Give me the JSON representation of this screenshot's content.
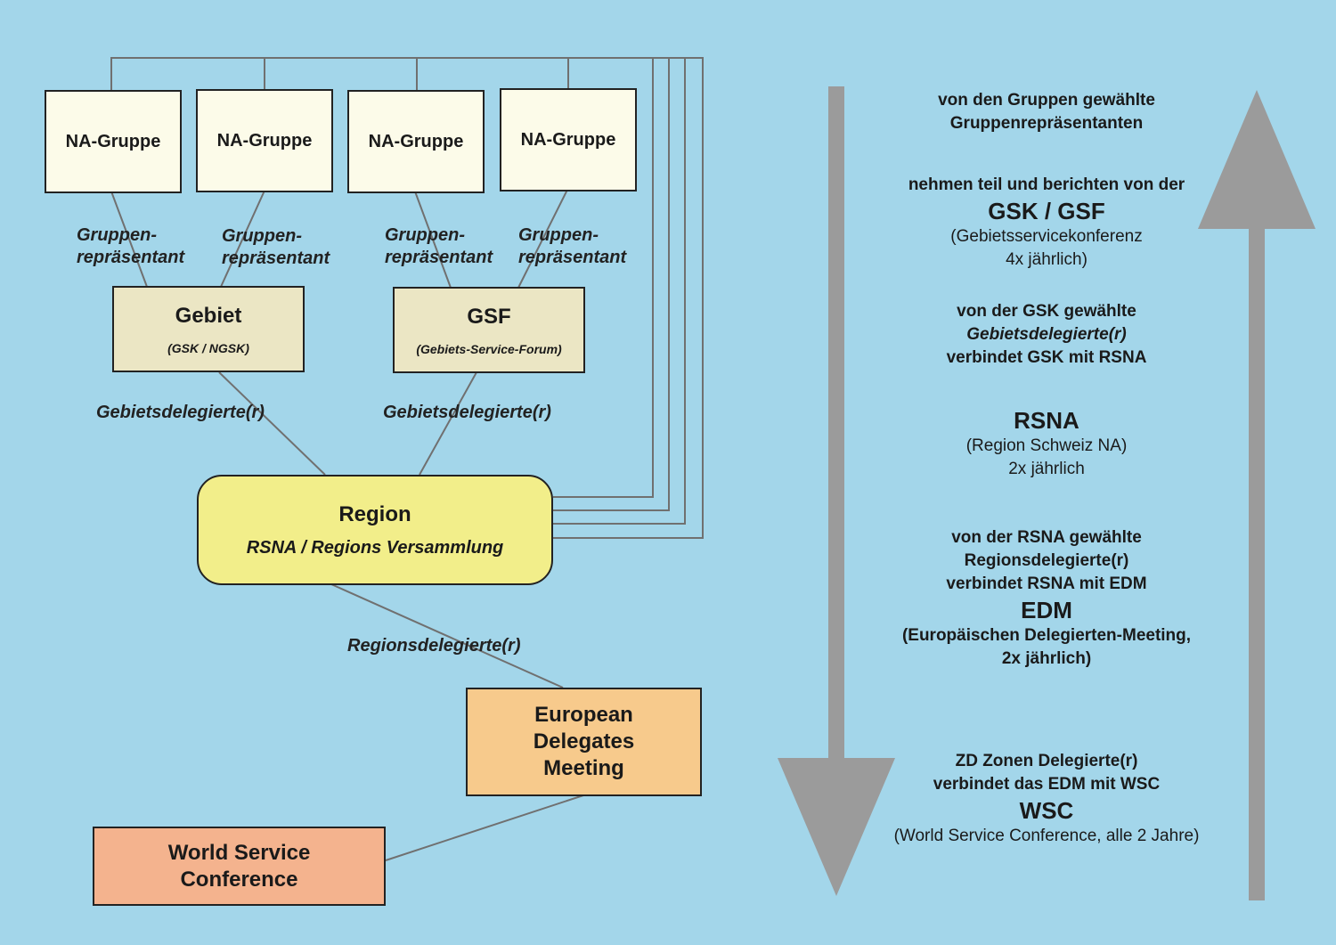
{
  "groups": [
    {
      "label": "NA-Gruppe"
    },
    {
      "label": "NA-Gruppe"
    },
    {
      "label": "NA-Gruppe"
    },
    {
      "label": "NA-Gruppe"
    }
  ],
  "group_rep_labels": [
    {
      "line1": "Gruppen-",
      "line2": "repräsentant"
    },
    {
      "line1": "Gruppen-",
      "line2": "repräsentant"
    },
    {
      "line1": "Gruppen-",
      "line2": "repräsentant"
    },
    {
      "line1": "Gruppen-",
      "line2": "repräsentant"
    }
  ],
  "gebiet": {
    "title": "Gebiet",
    "subtitle": "(GSK / NGSK)"
  },
  "gsf": {
    "title": "GSF",
    "subtitle": "(Gebiets-Service-Forum)"
  },
  "area_delegate_labels": [
    "Gebietsdelegierte(r)",
    "Gebietsdelegierte(r)"
  ],
  "region": {
    "title": "Region",
    "subtitle": "RSNA / Regions Versammlung"
  },
  "region_delegate_label": "Regionsdelegierte(r)",
  "edm": {
    "line1": "European",
    "line2": "Delegates",
    "line3": "Meeting"
  },
  "wsc": {
    "line1": "World Service",
    "line2": "Conference"
  },
  "right_text": {
    "block1": {
      "line1": "von den Gruppen gewählte",
      "line2": "Gruppenrepräsentanten"
    },
    "block2": {
      "line1": "nehmen teil und berichten von der",
      "title": "GSK / GSF",
      "line2": "(Gebietsservicekonferenz",
      "line3": "4x jährlich)"
    },
    "block3": {
      "line1": "von der GSK gewählte",
      "line2": "Gebietsdelegierte(r)",
      "line3": "verbindet GSK mit RSNA"
    },
    "block4": {
      "title": "RSNA",
      "line1": "(Region Schweiz NA)",
      "line2": "2x jährlich"
    },
    "block5": {
      "line1": "von der RSNA gewählte",
      "line2": "Regionsdelegierte(r)",
      "line3": "verbindet RSNA mit EDM",
      "title": "EDM",
      "line4": "(Europäischen Delegierten-Meeting,",
      "line5": "2x jährlich)"
    },
    "block6": {
      "line1": "ZD Zonen Delegierte(r)",
      "line2": "verbindet das EDM mit WSC",
      "title": "WSC",
      "line3": "(World Service Conference, alle 2 Jahre)"
    }
  },
  "colors": {
    "background": "#a3d6ea",
    "group": "#fcfbe9",
    "gebiet": "#ebe6c4",
    "region": "#f2ee8a",
    "edm": "#f7ca8c",
    "wsc": "#f4b38e",
    "arrow": "#9b9b9b",
    "lines": "#707070"
  },
  "icons": [
    "arrow-down-icon",
    "arrow-up-icon"
  ]
}
